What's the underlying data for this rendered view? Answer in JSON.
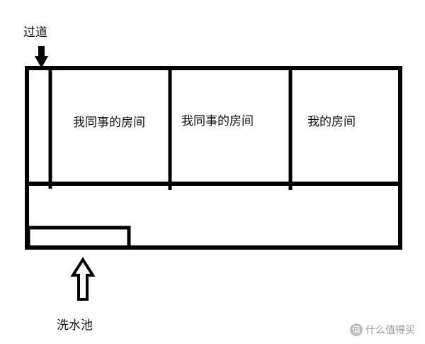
{
  "labels": {
    "corridor": "过道",
    "room_1": "我同事的房间",
    "room_2": "我同事的房间",
    "room_3": "我的房间",
    "sink": "洗水池"
  },
  "watermark": {
    "icon": "值",
    "text": "什么值得买"
  },
  "colors": {
    "line": "#000000",
    "text": "#111111",
    "watermark": "#9a9a9a"
  },
  "icons": {
    "corridor_arrow": "solid-down-arrow-icon",
    "sink_arrow": "hollow-up-arrow-icon"
  }
}
